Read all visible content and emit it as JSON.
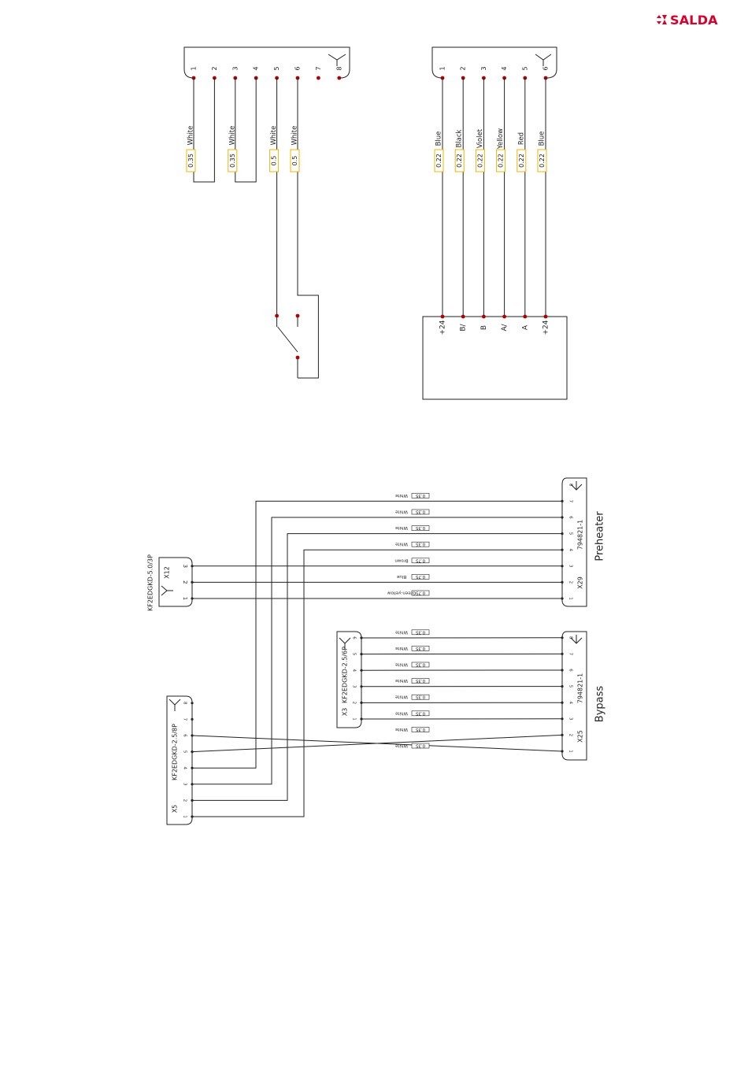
{
  "brand": {
    "name": "SALDA",
    "color": "#d8002a"
  },
  "colors": {
    "wire": "#222222",
    "pin": "#b00000",
    "label_box": "#f0b400"
  },
  "top_left": {
    "pins": [
      "1",
      "2",
      "3",
      "4",
      "5",
      "6",
      "7",
      "8"
    ],
    "wires": [
      {
        "pin": "1",
        "color": "White",
        "gauge": "0.35"
      },
      {
        "pin": "3",
        "color": "White",
        "gauge": "0.35"
      },
      {
        "pin": "5",
        "color": "White",
        "gauge": "0.5"
      },
      {
        "pin": "6",
        "color": "White",
        "gauge": "0.5"
      }
    ]
  },
  "top_right": {
    "pins": [
      "1",
      "2",
      "3",
      "4",
      "5",
      "6"
    ],
    "wires": [
      {
        "pin": "1",
        "color": "Blue",
        "gauge": "0.22"
      },
      {
        "pin": "2",
        "color": "Black",
        "gauge": "0.22"
      },
      {
        "pin": "3",
        "color": "Violet",
        "gauge": "0.22"
      },
      {
        "pin": "4",
        "color": "Yellow",
        "gauge": "0.22"
      },
      {
        "pin": "5",
        "color": "Red",
        "gauge": "0.22"
      },
      {
        "pin": "6",
        "color": "Blue",
        "gauge": "0.22"
      }
    ],
    "terminals": [
      "+24",
      "B/",
      "B",
      "A/",
      "A",
      "+24"
    ]
  },
  "x12": {
    "name": "X12",
    "type": "KF2EDGKD-5.0/3P",
    "pins": [
      "1",
      "2",
      "3"
    ]
  },
  "x29": {
    "name": "X29",
    "part": "794821-1",
    "label": "Preheater",
    "pins": [
      "1",
      "2",
      "3",
      "4",
      "5",
      "6",
      "7",
      "8"
    ]
  },
  "x29_wires": [
    {
      "pin": "1",
      "color": "Green-yellow",
      "gauge": "0.75"
    },
    {
      "pin": "2",
      "color": "Blue",
      "gauge": "0.75"
    },
    {
      "pin": "3",
      "color": "Brown",
      "gauge": "0.75"
    },
    {
      "pin": "4",
      "color": "White",
      "gauge": "0.35"
    },
    {
      "pin": "5",
      "color": "White",
      "gauge": "0.35"
    },
    {
      "pin": "6",
      "color": "White",
      "gauge": "0.35"
    },
    {
      "pin": "7",
      "color": "White",
      "gauge": "0.35"
    }
  ],
  "x3": {
    "name": "X3",
    "type": "KF2EDGKD-2.5/6P",
    "pins": [
      "1",
      "2",
      "3",
      "4",
      "5",
      "6"
    ]
  },
  "x25": {
    "name": "X25",
    "part": "794821-1",
    "label": "Bypass",
    "pins": [
      "1",
      "2",
      "3",
      "4",
      "5",
      "6",
      "7",
      "8"
    ]
  },
  "x25_wires": [
    {
      "pin": "1",
      "color": "White",
      "gauge": "0.35"
    },
    {
      "pin": "2",
      "color": "White",
      "gauge": "0.35"
    },
    {
      "pin": "3",
      "color": "White",
      "gauge": "0.35"
    },
    {
      "pin": "4",
      "color": "White",
      "gauge": "0.35"
    },
    {
      "pin": "5",
      "color": "White",
      "gauge": "0.35"
    },
    {
      "pin": "6",
      "color": "White",
      "gauge": "0.35"
    },
    {
      "pin": "7",
      "color": "White",
      "gauge": "0.35"
    },
    {
      "pin": "8",
      "color": "White",
      "gauge": "0.35"
    }
  ],
  "x5": {
    "name": "X5",
    "type": "KF2EDGKD-2.5/8P",
    "pins": [
      "1",
      "2",
      "3",
      "4",
      "5",
      "6",
      "7",
      "8"
    ]
  }
}
